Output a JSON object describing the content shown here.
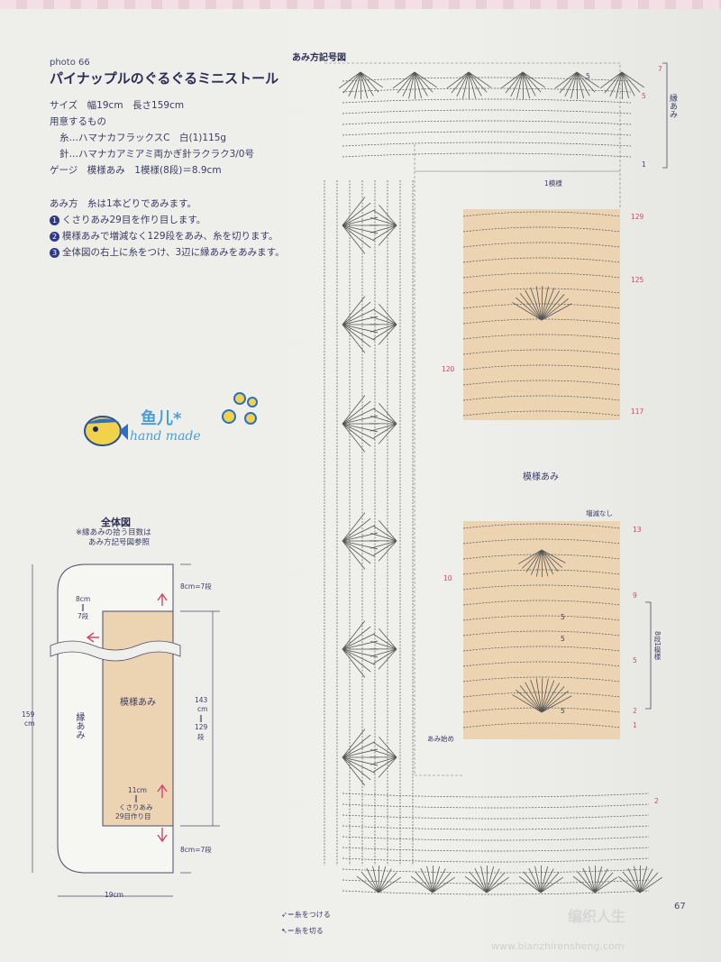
{
  "header": {
    "photo_label": "photo 66",
    "title": "パイナップルのぐるぐるミニストール"
  },
  "specs": {
    "size": "サイズ　幅19cm　長さ159cm",
    "materials_heading": "用意するもの",
    "yarn": "糸…ハマナカフラックスC　白(1)115g",
    "hook": "針…ハマナカアミアミ両かぎ針ラクラク3/0号",
    "gauge": "ゲージ　模様あみ　1模様(8段)＝8.9cm"
  },
  "instructions": {
    "heading": "あみ方　糸は1本どりであみます。",
    "steps": [
      {
        "num": "1",
        "text": "くさりあみ29目を作り目します。"
      },
      {
        "num": "2",
        "text": "模様あみで増減なく129段をあみ、糸を切ります。"
      },
      {
        "num": "3",
        "text": "全体図の右上に糸をつけ、3辺に縁あみをあみます。"
      }
    ]
  },
  "logo": {
    "text_cn": "鱼儿*",
    "text_en": "hand made"
  },
  "overall": {
    "title": "全体図",
    "note_line1": "※縁あみの拾う目数は",
    "note_line2": "あみ方記号図参照",
    "left_width": "8cm",
    "left_eq": "‖",
    "left_rows": "7段",
    "top_right": "8cm=7段",
    "bottom_right": "8cm=7段",
    "height_total": "159",
    "height_unit": "cm",
    "mid_height": "143",
    "mid_unit": "cm",
    "mid_eq": "‖",
    "mid_rows": "129",
    "mid_rows_unit": "段",
    "pattern_label": "模様あみ",
    "edge_label": "縁あみ",
    "foundation_cm": "11cm",
    "foundation_eq": "‖",
    "foundation_chain": "くさりあみ",
    "foundation_count": "29目作り目",
    "width_total": "19cm"
  },
  "chart": {
    "title": "あみ方記号図",
    "edge_label": "縁あみ",
    "one_pattern": "1模様",
    "pattern_label": "模様あみ",
    "no_change": "増減なし",
    "start_label": "あみ始め",
    "repeat_label_1": "8段",
    "repeat_label_2": "1模様",
    "row_numbers": [
      "129",
      "125",
      "120",
      "117",
      "13",
      "10",
      "9",
      "5",
      "2",
      "1"
    ],
    "edge_rows": [
      "7",
      "5",
      "1",
      "2"
    ],
    "inner_fives": [
      "5",
      "5",
      "5",
      "5"
    ]
  },
  "legend": {
    "attach": "＝糸をつける",
    "cut": "＝糸を切る"
  },
  "footer": {
    "page_number": "67",
    "watermark": "编织人生",
    "watermark_url": "www.bianzhirensheng.com"
  },
  "colors": {
    "pattern_fill": "#ecd3b2",
    "ink": "#3b3b66",
    "accent": "#d4456a"
  }
}
